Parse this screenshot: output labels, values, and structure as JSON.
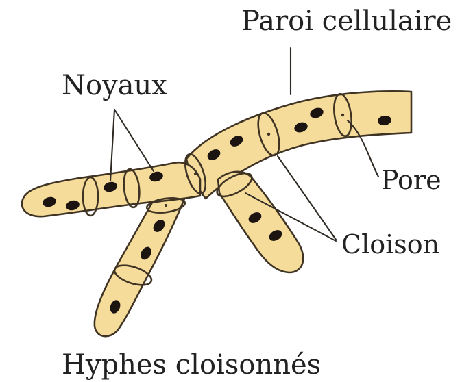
{
  "labels": {
    "paroi": "Paroi cellulaire",
    "noyaux": "Noyaux",
    "pore": "Pore",
    "cloison": "Cloison",
    "caption": "Hyphes cloisonnés"
  },
  "colors": {
    "cytoplasm": "#f6dc9a",
    "outline": "#3f3324",
    "nucleus": "#1b1410",
    "text": "#222222"
  }
}
